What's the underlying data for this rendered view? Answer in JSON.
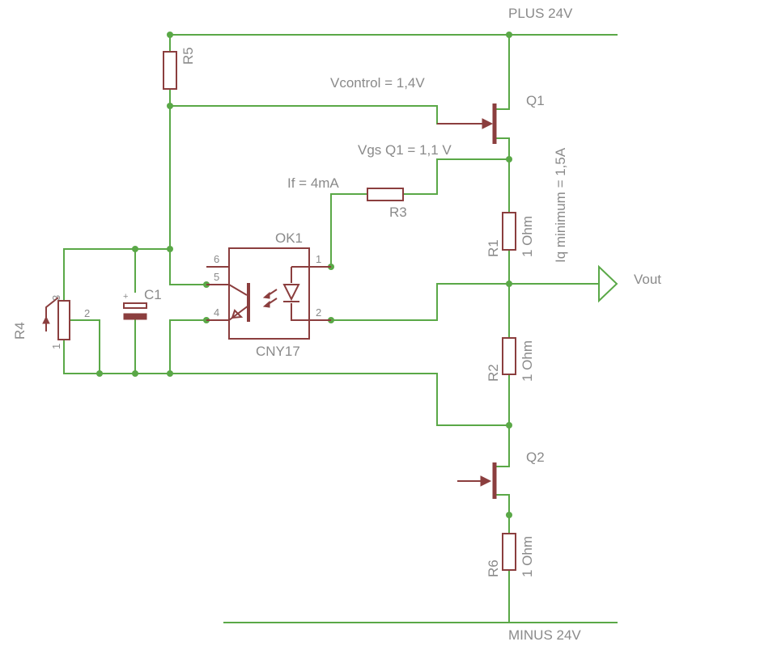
{
  "rails": {
    "plus": "PLUS 24V",
    "minus": "MINUS 24V",
    "vout": "Vout"
  },
  "annotations": {
    "vcontrol": "Vcontrol = 1,4V",
    "vgs": "Vgs Q1 = 1,1 V",
    "if": "If = 4mA",
    "iq": "Iq minimum = 1,5A"
  },
  "components": {
    "r1": {
      "name": "R1",
      "value": "1 Ohm"
    },
    "r2": {
      "name": "R2",
      "value": "1 Ohm"
    },
    "r3": {
      "name": "R3"
    },
    "r4": {
      "name": "R4",
      "pins": [
        "1",
        "2",
        "3"
      ]
    },
    "r5": {
      "name": "R5"
    },
    "r6": {
      "name": "R6",
      "value": "1 Ohm"
    },
    "q1": {
      "name": "Q1"
    },
    "q2": {
      "name": "Q2"
    },
    "c1": {
      "name": "C1",
      "polarity": "+"
    },
    "ok1": {
      "name": "OK1",
      "part": "CNY17",
      "pins": [
        "1",
        "2",
        "4",
        "5",
        "6"
      ]
    }
  },
  "colors": {
    "wire": "#5aa847",
    "component": "#8b3e3e",
    "text": "#8a8a8a"
  }
}
